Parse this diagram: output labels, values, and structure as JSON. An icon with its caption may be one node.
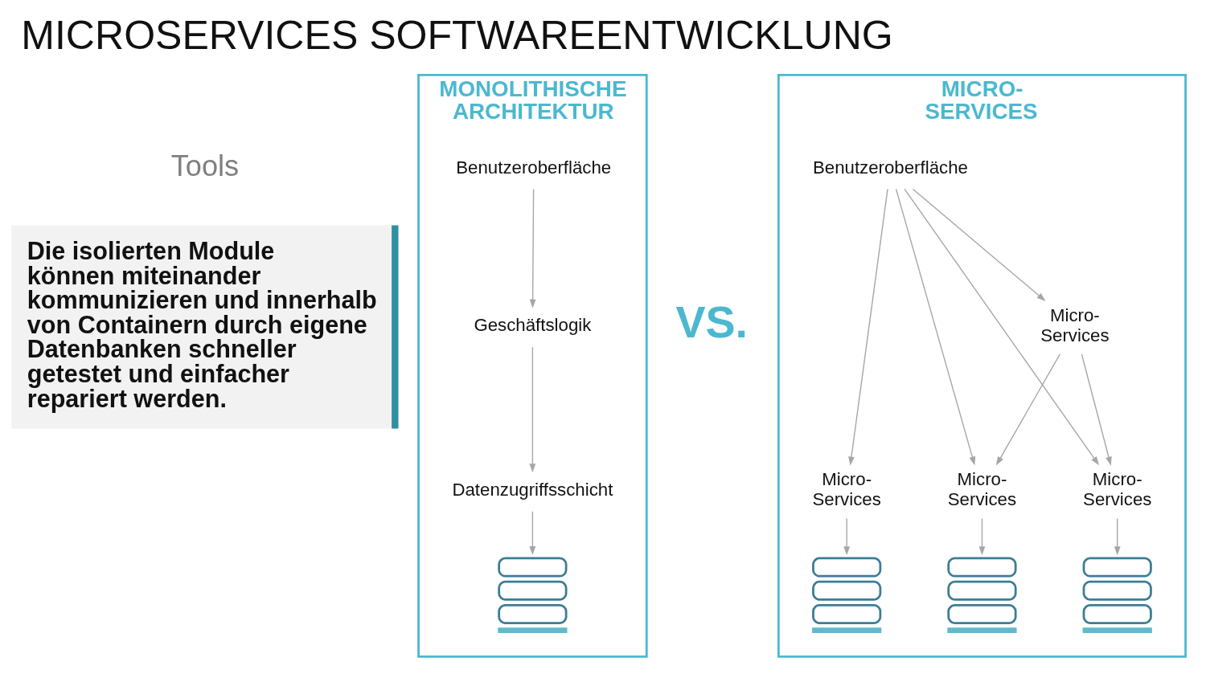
{
  "diagram": {
    "title": "MICROSERVICES SOFTWAREENTWICKLUNG",
    "nodes": [
      {
        "text": [
          "MONOLITHISCHE ARCHITEKTUR"
        ]
      },
      {
        "text": [
          "Benutzeroberfläche"
        ],
        "in": 0
      },
      {
        "text": [
          "Geschäftslogik"
        ],
        "in": 0
      },
      {
        "text": [
          "Datenzugriffsschicht"
        ],
        "in": 0
      },
      {
        "text": [],
        "shape": "server",
        "in": 0
      },
      {
        "text": [
          "MICRO- SERVICES"
        ]
      },
      {
        "text": [
          "Benutzeroberfläche"
        ],
        "in": 5
      },
      {
        "text": [
          "Micro- Services"
        ],
        "in": 5
      },
      {
        "text": [
          "Micro- Services"
        ],
        "in": 5
      },
      {
        "text": [
          "Micro- Services"
        ],
        "in": 5
      },
      {
        "text": [
          "Micro- Services"
        ],
        "in": 5
      },
      {
        "text": [],
        "shape": "server",
        "in": 5
      },
      {
        "text": [],
        "shape": "server",
        "in": 5
      },
      {
        "text": [],
        "shape": "server",
        "in": 5
      }
    ],
    "edges": [
      {
        "from": 1,
        "to": 2,
        "arrow": "to"
      },
      {
        "from": 2,
        "to": 3,
        "arrow": "to"
      },
      {
        "from": 3,
        "to": 4,
        "arrow": "to"
      },
      {
        "from": 6,
        "to": 8,
        "arrow": "to"
      },
      {
        "from": 6,
        "to": 9,
        "arrow": "to"
      },
      {
        "from": 6,
        "to": 10,
        "arrow": "to"
      },
      {
        "from": 6,
        "to": 7,
        "arrow": "to"
      },
      {
        "from": 7,
        "to": 9,
        "arrow": "to"
      },
      {
        "from": 7,
        "to": 10,
        "arrow": "to"
      },
      {
        "from": 8,
        "to": 11,
        "arrow": "to"
      },
      {
        "from": 9,
        "to": 12,
        "arrow": "to"
      },
      {
        "from": 10,
        "to": 13,
        "arrow": "to"
      }
    ],
    "labels": [
      "Tools",
      "Die isolierten Module können miteinander kommunizieren und innerhalb von Containern durch eigene Datenbanken schneller getestet und einfacher repariert werden.",
      "VS."
    ]
  }
}
